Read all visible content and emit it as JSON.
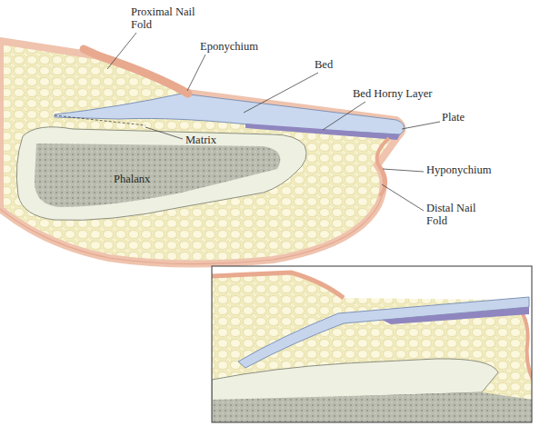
{
  "diagram": {
    "labels": [
      "Proximal Nail Fold",
      "Eponychium",
      "Bed",
      "Bed Horny Layer",
      "Plate",
      "Matrix",
      "Phalanx",
      "Hyponychium",
      "Distal Nail Fold"
    ]
  }
}
